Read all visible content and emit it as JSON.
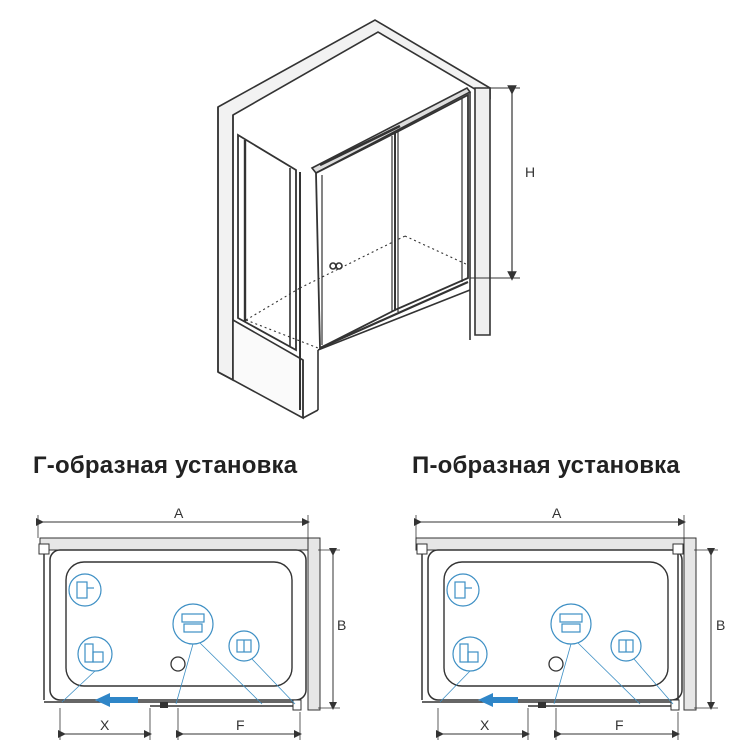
{
  "iso_view": {
    "height_label": "H"
  },
  "plans": [
    {
      "heading": "Г-образная установка",
      "width_label": "A",
      "depth_label": "B",
      "door_label": "X",
      "fixed_label": "F"
    },
    {
      "heading": "П-образная установка",
      "width_label": "A",
      "depth_label": "B",
      "door_label": "X",
      "fixed_label": "F"
    }
  ],
  "colors": {
    "line": "#333333",
    "wall_fill": "#e6e6e6",
    "icon_blue": "#3d8fc4",
    "arrow_blue": "#2f86c8"
  }
}
